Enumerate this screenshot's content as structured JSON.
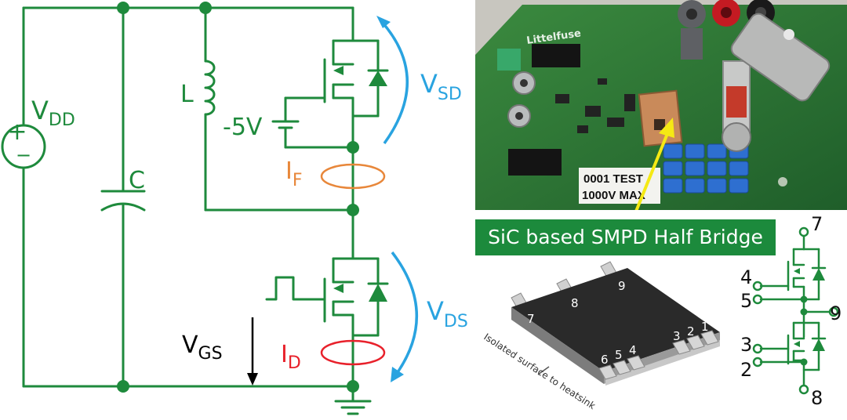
{
  "circuit": {
    "vdd_main": "V",
    "vdd_sub": "DD",
    "c_label": "C",
    "l_label": "L",
    "neg_bias": "-5V",
    "if_main": "I",
    "if_sub": "F",
    "id_main": "I",
    "id_sub": "D",
    "vgs_main": "V",
    "vgs_sub": "GS",
    "vsd_main": "V",
    "vsd_sub": "SD",
    "vds_main": "V",
    "vds_sub": "DS",
    "plus": "+",
    "minus": "−"
  },
  "photo": {
    "board_text_1": "0001 TEST",
    "board_text_2": "1000V MAX",
    "brand": "Littelfuse",
    "banner": "SiC based SMPD Half Bridge"
  },
  "package": {
    "top_pins": [
      "7",
      "8",
      "9"
    ],
    "bottom_pins": [
      "6",
      "5",
      "4",
      "3",
      "2",
      "1"
    ],
    "caption": "Isolated surface to heatsink"
  },
  "pinout": {
    "pins": [
      "7",
      "4",
      "5",
      "9",
      "3",
      "2",
      "8"
    ]
  },
  "colors": {
    "wire": "#1e8a3c",
    "arrow_blue": "#29a3e0",
    "if_orange": "#e8873a",
    "id_red": "#e8212b",
    "banner_bg": "#1c8a3c"
  }
}
